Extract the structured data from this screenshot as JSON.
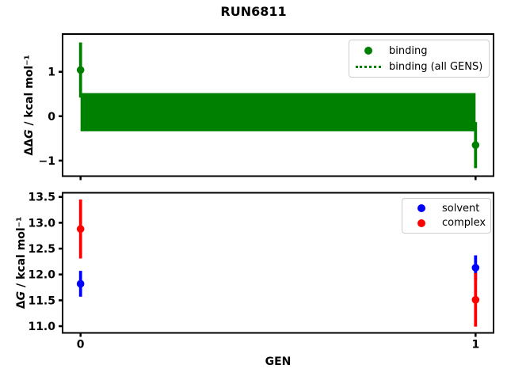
{
  "figure": {
    "title": "RUN6811",
    "background": "#ffffff"
  },
  "colors": {
    "binding": "#008000",
    "solvent": "#0000ff",
    "complex": "#ff0000",
    "axis": "#000000",
    "legend_border": "#cccccc"
  },
  "chart_data": [
    {
      "type": "scatter",
      "panel": "top",
      "ylabel": "ΔΔG / kcal mol⁻¹",
      "ylabel_parts": {
        "prefix": "ΔΔ",
        "symbol": "G",
        "suffix": " / kcal mol⁻¹"
      },
      "xlabel": "",
      "grid": false,
      "x": [
        0,
        1
      ],
      "xlim": [
        -0.0455,
        1.0455
      ],
      "ylim": [
        -1.35,
        1.85
      ],
      "ytick_values": [
        -1,
        0,
        1
      ],
      "yticklabels": [
        "−1",
        "0",
        "1"
      ],
      "xtick_values": [
        0,
        1
      ],
      "xticklabels": [
        "",
        ""
      ],
      "series": [
        {
          "name": "binding",
          "color": "#008000",
          "marker": "circle",
          "y": [
            1.04,
            -0.65
          ],
          "yerr": [
            0.62,
            0.52
          ]
        }
      ],
      "band": {
        "name": "binding (all GENS)",
        "color": "#008000",
        "mean": 0.09,
        "err": 0.43,
        "ymin": -0.34,
        "ymax": 0.52,
        "from_x": 0,
        "to_x": 1,
        "line_style": "dotted"
      },
      "legend": {
        "position": "upper right",
        "entries": [
          {
            "label": "binding",
            "handle": "circle",
            "color": "#008000"
          },
          {
            "label": "binding (all GENS)",
            "handle": "dotted-line",
            "color": "#008000"
          }
        ]
      }
    },
    {
      "type": "scatter",
      "panel": "bottom",
      "ylabel": "ΔG / kcal mol⁻¹",
      "ylabel_parts": {
        "prefix": "Δ",
        "symbol": "G",
        "suffix": " / kcal mol⁻¹"
      },
      "xlabel": "GEN",
      "grid": false,
      "x": [
        0,
        1
      ],
      "xlim": [
        -0.0455,
        1.0455
      ],
      "ylim": [
        10.87,
        13.58
      ],
      "ytick_values": [
        11.0,
        11.5,
        12.0,
        12.5,
        13.0,
        13.5
      ],
      "yticklabels": [
        "11.0",
        "11.5",
        "12.0",
        "12.5",
        "13.0",
        "13.5"
      ],
      "xtick_values": [
        0,
        1
      ],
      "xticklabels": [
        "0",
        "1"
      ],
      "series": [
        {
          "name": "solvent",
          "color": "#0000ff",
          "marker": "circle",
          "y": [
            11.82,
            12.13
          ],
          "yerr": [
            0.25,
            0.24
          ]
        },
        {
          "name": "complex",
          "color": "#ff0000",
          "marker": "circle",
          "y": [
            12.88,
            11.51
          ],
          "yerr": [
            0.57,
            0.52
          ]
        }
      ],
      "legend": {
        "position": "upper right",
        "entries": [
          {
            "label": "solvent",
            "handle": "circle",
            "color": "#0000ff"
          },
          {
            "label": "complex",
            "handle": "circle",
            "color": "#ff0000"
          }
        ]
      }
    }
  ]
}
